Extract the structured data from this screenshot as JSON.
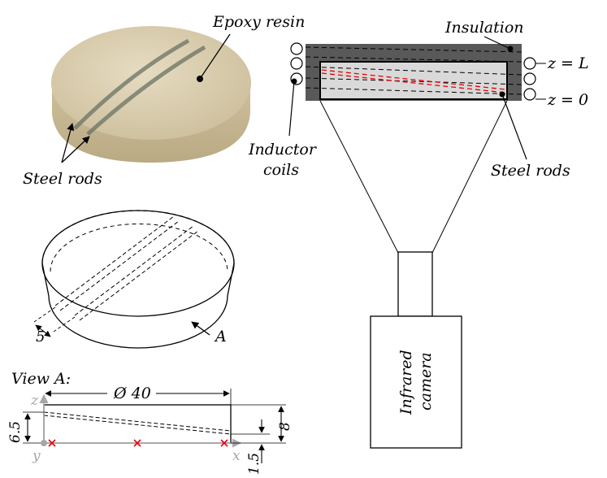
{
  "labels": {
    "epoxy_resin": "Epoxy resin",
    "steel_rods_photo": "Steel rods",
    "insulation": "Insulation",
    "inductor_coils_line1": "Inductor",
    "inductor_coils_line2": "coils",
    "steel_rods_setup": "Steel rods",
    "camera_line1": "Infrared",
    "camera_line2": "camera",
    "z_top": "z = L",
    "z_bottom": "z = 0",
    "isometric_dim": "5",
    "view_arrow": "A",
    "view_title": "View A:",
    "dim_diameter": "Ø 40",
    "dim_left_height": "6.5",
    "dim_right_height": "8",
    "dim_bottom_offset": "1.5",
    "axis_z": "z",
    "axis_y": "y",
    "axis_x": "x"
  },
  "colors": {
    "epoxy_top": "#d9ceb0",
    "epoxy_side": "#cbbd96",
    "insulation": "#595959",
    "specimen_fill": "#d9d9d9",
    "rod_dashed_red": "#e8000b",
    "axis_gray": "#a6a6a6",
    "marker_red": "#e8000b"
  }
}
